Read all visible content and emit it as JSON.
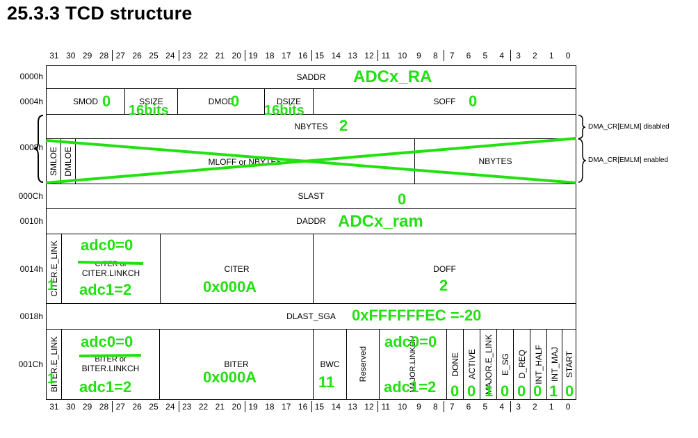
{
  "title": "25.3.3   TCD structure",
  "bits": [
    "31",
    "30",
    "29",
    "28",
    "27",
    "26",
    "25",
    "24",
    "23",
    "22",
    "21",
    "20",
    "19",
    "18",
    "17",
    "16",
    "15",
    "14",
    "13",
    "12",
    "11",
    "10",
    "9",
    "8",
    "7",
    "6",
    "5",
    "4",
    "3",
    "2",
    "1",
    "0"
  ],
  "rows": {
    "r0000": {
      "addr": "0000h",
      "saddr": "SADDR"
    },
    "r0004": {
      "addr": "0004h",
      "smod": "SMOD",
      "ssize": "SSIZE",
      "dmod": "DMOD",
      "dsize": "DSIZE",
      "soff": "SOFF"
    },
    "r0008": {
      "addr": "0008h",
      "nbytes": "NBYTES",
      "smloe": "SMLOE",
      "dmloe": "DMLOE",
      "mloff": "MLOFF or NBYTES",
      "nbytes2": "NBYTES"
    },
    "r000c": {
      "addr": "000Ch",
      "slast": "SLAST"
    },
    "r0010": {
      "addr": "0010h",
      "daddr": "DADDR"
    },
    "r0014": {
      "addr": "0014h",
      "elink": "CITER.E_LINK",
      "linkch_a": "CITER or",
      "linkch_b": "CITER.LINKCH",
      "citer": "CITER",
      "doff": "DOFF"
    },
    "r0018": {
      "addr": "0018h",
      "dlast": "DLAST_SGA"
    },
    "r001c": {
      "addr": "001Ch",
      "elink": "BITER.E_LINK",
      "linkch_a": "BITER or",
      "linkch_b": "BITER.LINKCH",
      "biter": "BITER",
      "bwc": "BWC",
      "reserved": "Reserved",
      "majorlinkch": "MAJOR.LINKCH",
      "done": "DONE",
      "active": "ACTIVE",
      "majorelink": "MAJOR.E_LINK",
      "esg": "E_SG",
      "dreq": "D_REQ",
      "inthalf": "INT_HALF",
      "intmaj": "INT_MAJ",
      "start": "START"
    }
  },
  "side": {
    "disabled": "DMA_CR[EMLM] disabled",
    "enabled": "DMA_CR[EMLM] enabled"
  },
  "annotations": {
    "saddr": "ADCx_RA",
    "smod": "0",
    "ssize": "16bits",
    "dmod": "0",
    "dsize": "16bits",
    "soff": "0",
    "nbytes": "2",
    "slast": "0",
    "daddr": "ADCx_ram",
    "citer_elink": "1",
    "citer_adc0": "adc0=0",
    "citer_adc1": "adc1=2",
    "citer": "0x000A",
    "doff": "2",
    "dlast": "0xFFFFFFEC =-20",
    "biter_elink": "1",
    "biter_adc0": "adc0=0",
    "biter_adc1": "adc1=2",
    "biter": "0x000A",
    "bwc": "11",
    "major_adc0": "adc0=0",
    "major_adc1": "adc1=2",
    "done": "0",
    "active": "0",
    "majorelink": "1",
    "esg": "0",
    "dreq": "0",
    "inthalf": "0",
    "intmaj": "1",
    "start": "0"
  },
  "colors": {
    "annotation": "#22e011"
  }
}
